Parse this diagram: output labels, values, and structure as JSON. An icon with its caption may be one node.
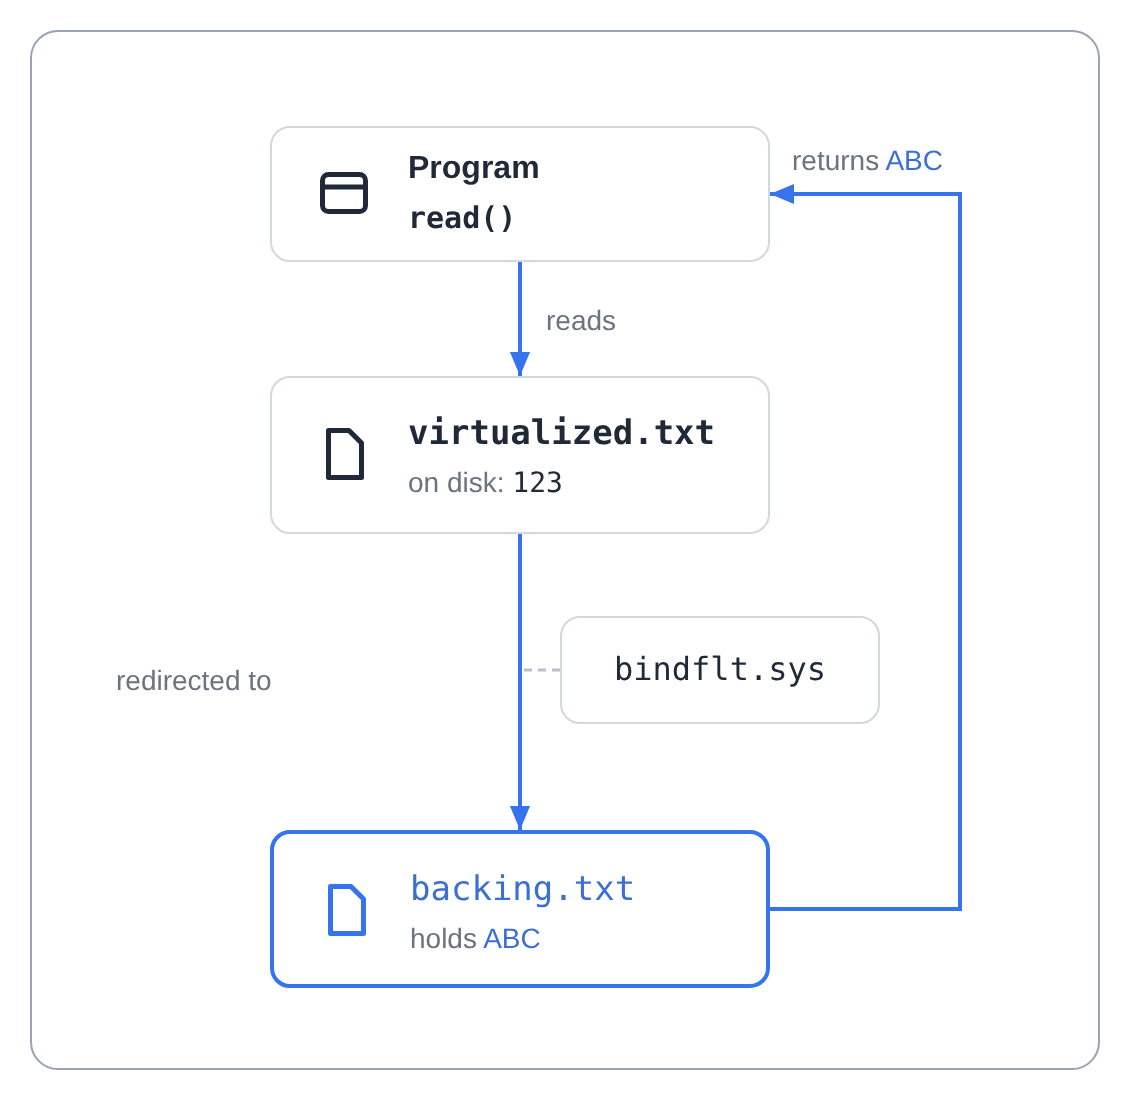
{
  "diagram": {
    "nodes": [
      {
        "text": [
          "Program",
          "read()"
        ]
      },
      {
        "text": [
          "virtualized.txt",
          "on disk: 123"
        ]
      },
      {
        "text": [
          "bindflt.sys"
        ]
      },
      {
        "text": [
          "backing.txt",
          "holds ABC"
        ]
      }
    ],
    "edges": [
      {
        "from": 0,
        "to": 1,
        "arrow": "to",
        "label": "reads"
      },
      {
        "from": 1,
        "to": 3,
        "arrow": "to"
      },
      {
        "from": 3,
        "to": 0,
        "arrow": "to",
        "label": "returns ABC"
      },
      {
        "from": 2,
        "to": null,
        "arrow": "none",
        "style": "dashed",
        "color": "#b9bfca"
      }
    ],
    "labels": [
      "redirected to"
    ]
  }
}
